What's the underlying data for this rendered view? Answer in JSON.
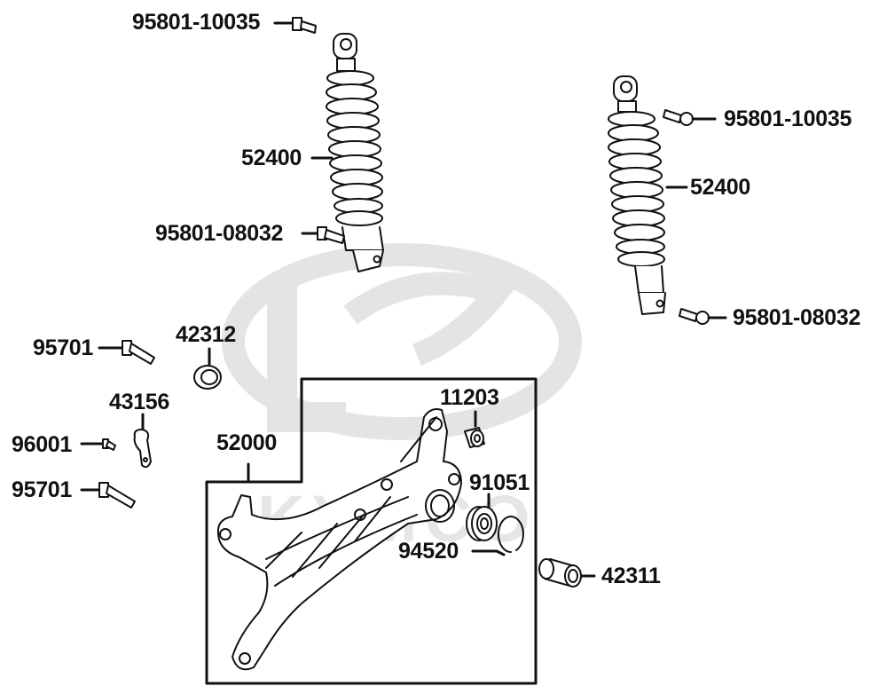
{
  "diagram": {
    "type": "exploded-parts-diagram",
    "watermark": {
      "brand": "KYMCO",
      "color": "#e4e4e4"
    },
    "line_color": "#111111",
    "group_box": {
      "label": "52000",
      "description": "rear swing arm assembly box"
    },
    "labels": [
      {
        "id": "l1",
        "text": "95801-10035",
        "part": "upper shock bolt (left)"
      },
      {
        "id": "l2",
        "text": "52400",
        "part": "rear shock absorber (left)"
      },
      {
        "id": "l3",
        "text": "95801-08032",
        "part": "lower shock bolt (left)"
      },
      {
        "id": "l4",
        "text": "95801-10035",
        "part": "upper shock bolt (right)"
      },
      {
        "id": "l5",
        "text": "52400",
        "part": "rear shock absorber (right)"
      },
      {
        "id": "l6",
        "text": "95801-08032",
        "part": "lower shock bolt (right)"
      },
      {
        "id": "l7",
        "text": "95701",
        "part": "flange bolt (upper)"
      },
      {
        "id": "l8",
        "text": "42312",
        "part": "collar / bushing"
      },
      {
        "id": "l9",
        "text": "43156",
        "part": "hose clamp bracket"
      },
      {
        "id": "l10",
        "text": "96001",
        "part": "small bolt"
      },
      {
        "id": "l11",
        "text": "95701",
        "part": "flange bolt (lower)"
      },
      {
        "id": "l12",
        "text": "52000",
        "part": "rear swing arm"
      },
      {
        "id": "l13",
        "text": "11203",
        "part": "bushing"
      },
      {
        "id": "l14",
        "text": "91051",
        "part": "bearing"
      },
      {
        "id": "l15",
        "text": "94520",
        "part": "snap ring"
      },
      {
        "id": "l16",
        "text": "42311",
        "part": "collar"
      }
    ]
  }
}
